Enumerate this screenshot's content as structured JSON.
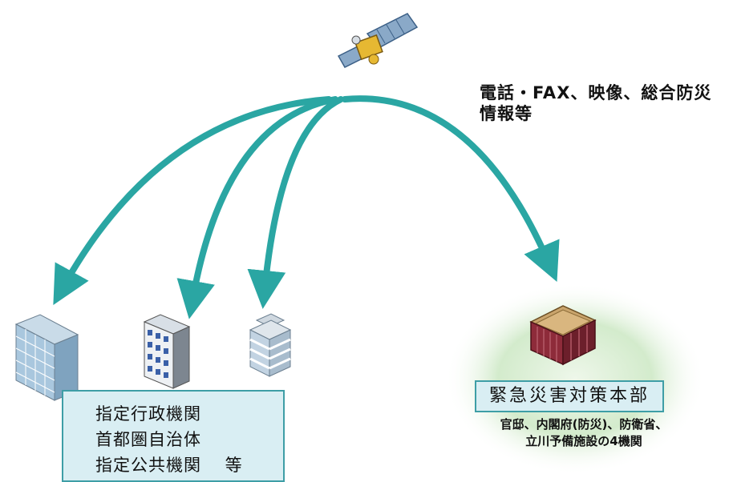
{
  "caption": {
    "line1": "電話・FAX、映像、総合防災",
    "line2": "情報等"
  },
  "left_box": {
    "line1": "指定行政機関",
    "line2": "首都圏自治体",
    "line3": "指定公共機関　 等"
  },
  "hq": {
    "title": "緊急災害対策本部",
    "detail_line1": "官邸、内閣府(防災)、防衛省、",
    "detail_line2": "立川予備施設の4機関"
  },
  "colors": {
    "arrow": "#2aa6a3",
    "box_fill": "#d9eef3",
    "box_border": "#3e9ea6",
    "circle_fill": "#d6ebcf"
  }
}
